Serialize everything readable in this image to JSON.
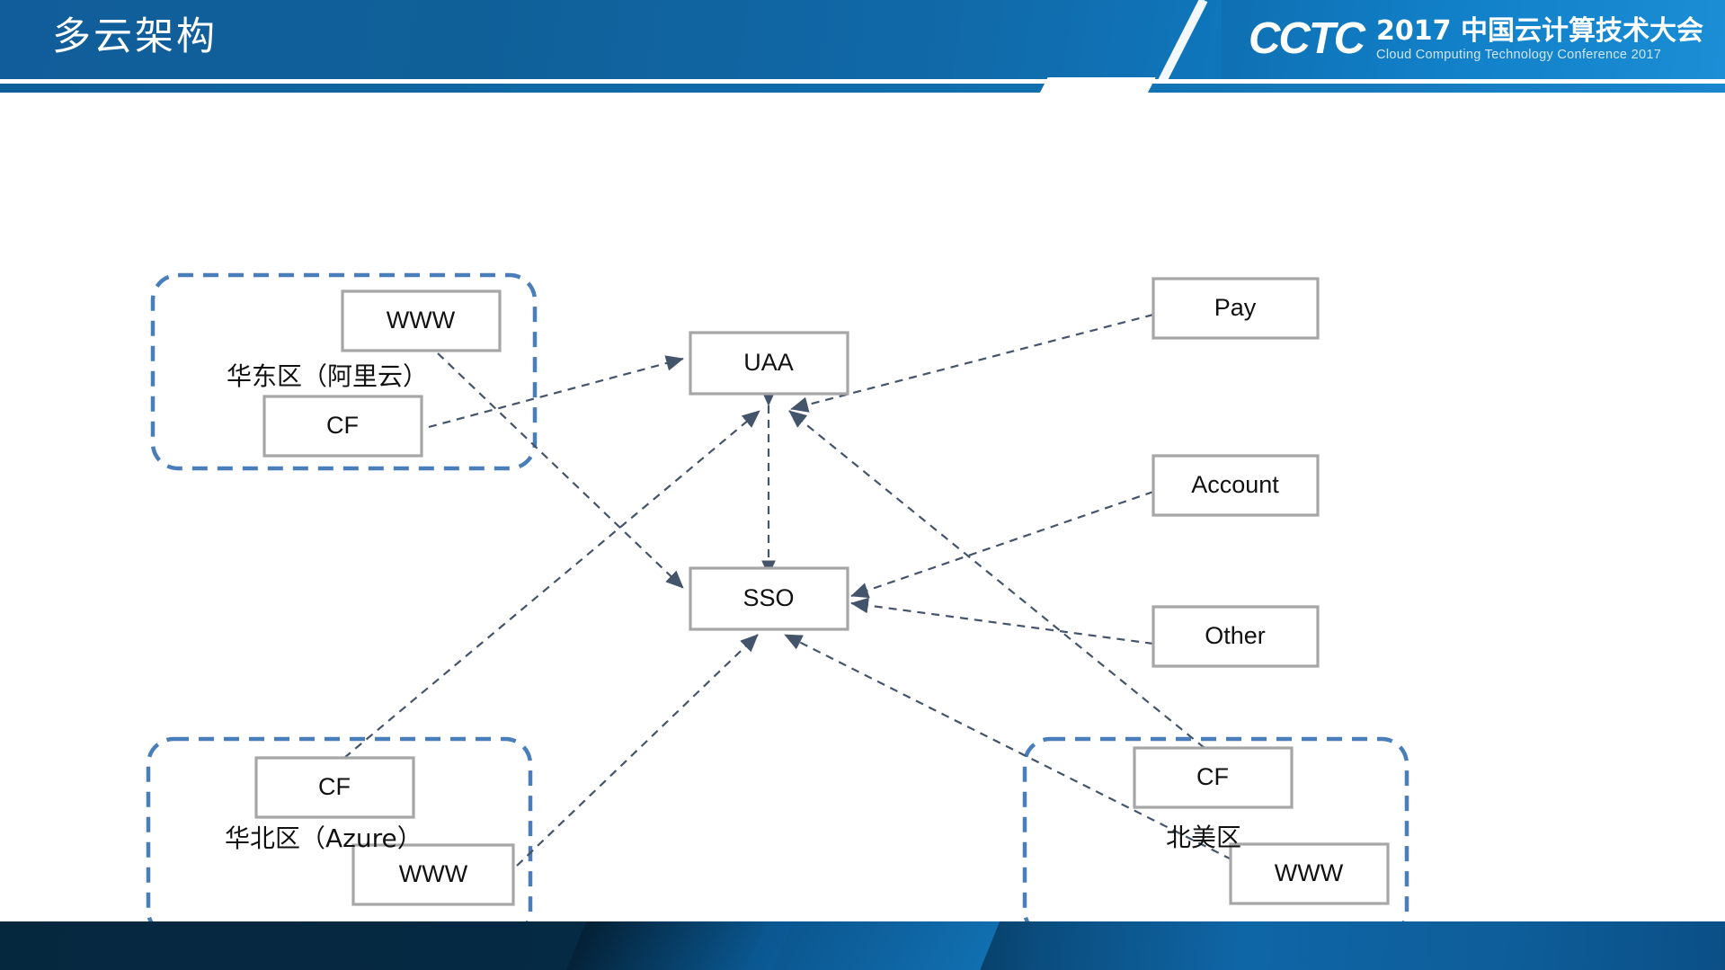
{
  "header": {
    "title": "多云架构",
    "logo": {
      "mark": "CCTC",
      "chinese": "2017 中国云计算技术大会",
      "english": "Cloud Computing Technology Conference 2017"
    },
    "colors": {
      "band": "#1169a8",
      "stripe": "#0f5f99",
      "title_text": "#ffffff"
    }
  },
  "diagram": {
    "type": "architecture-diagram",
    "colors": {
      "zone_border": "#4a7ebb",
      "node_border": "#a6a6a6",
      "node_fill": "#ffffff",
      "connector": "#44546a",
      "text": "#111111"
    },
    "zones": [
      {
        "id": "east-china",
        "label": "华东区（阿里云）",
        "nodes": [
          "WWW",
          "CF"
        ]
      },
      {
        "id": "north-china",
        "label": "华北区（Azure）",
        "nodes": [
          "CF",
          "WWW"
        ]
      },
      {
        "id": "north-america",
        "label": "北美区",
        "nodes": [
          "CF",
          "WWW"
        ]
      }
    ],
    "core_nodes": [
      {
        "id": "uaa",
        "label": "UAA"
      },
      {
        "id": "sso",
        "label": "SSO"
      }
    ],
    "service_nodes": [
      {
        "id": "pay",
        "label": "Pay"
      },
      {
        "id": "account",
        "label": "Account"
      },
      {
        "id": "other",
        "label": "Other"
      }
    ],
    "connections": [
      {
        "from": "east-china.CF",
        "to": "uaa",
        "style": "dashed",
        "arrow": "end"
      },
      {
        "from": "east-china.WWW",
        "to": "sso",
        "style": "dashed",
        "arrow": "end"
      },
      {
        "from": "north-china.CF",
        "to": "uaa",
        "style": "dashed",
        "arrow": "end"
      },
      {
        "from": "north-china.WWW",
        "to": "sso",
        "style": "dashed",
        "arrow": "end"
      },
      {
        "from": "north-america.CF",
        "to": "uaa",
        "style": "dashed",
        "arrow": "end"
      },
      {
        "from": "north-america.WWW",
        "to": "sso",
        "style": "dashed",
        "arrow": "end"
      },
      {
        "from": "uaa",
        "to": "sso",
        "style": "dashed",
        "arrow": "both"
      },
      {
        "from": "pay",
        "to": "uaa",
        "style": "dashed",
        "arrow": "end"
      },
      {
        "from": "account",
        "to": "sso",
        "style": "dashed",
        "arrow": "end"
      },
      {
        "from": "other",
        "to": "sso",
        "style": "dashed",
        "arrow": "end"
      }
    ]
  },
  "footer": {
    "colors": {
      "left": "#06283f",
      "right": "#0f66a6"
    }
  }
}
